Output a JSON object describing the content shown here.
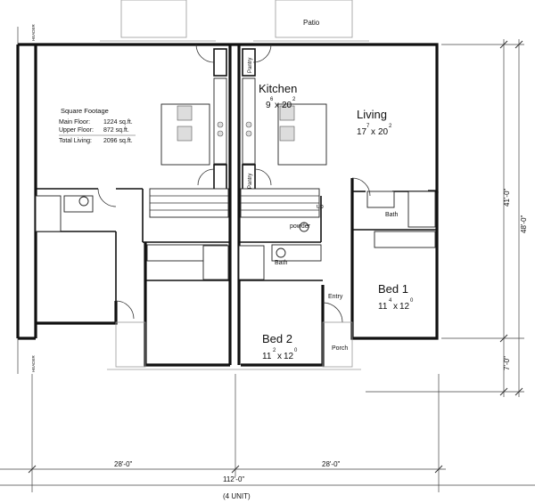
{
  "rooms": {
    "kitchen": {
      "name": "Kitchen",
      "size_main": "9",
      "size_sup1": "6",
      "size_x": "x",
      "size_main2": "20",
      "size_sup2": "2"
    },
    "living": {
      "name": "Living",
      "size_main": "17",
      "size_sup1": "7",
      "size_x": "x",
      "size_main2": "20",
      "size_sup2": "2"
    },
    "bed1": {
      "name": "Bed 1",
      "size_main": "11",
      "size_sup1": "4",
      "size_x": "x",
      "size_main2": "12",
      "size_sup2": "0"
    },
    "bed2": {
      "name": "Bed 2",
      "size_main": "11",
      "size_sup1": "2",
      "size_x": "x",
      "size_main2": "12",
      "size_sup2": "0"
    }
  },
  "labels": {
    "patio": "Patio",
    "pantry_top": "Pantry",
    "pantry_bottom": "Pantry",
    "up": "up",
    "powder": "powder",
    "bath_right": "Bath",
    "bath_center": "Bath",
    "entry": "Entry",
    "porch": "Porch"
  },
  "square_footage": {
    "heading": "Square Footage",
    "rows": [
      {
        "label": "Main Floor:",
        "value": "1224 sq.ft."
      },
      {
        "label": "Upper Floor:",
        "value": "872 sq.ft."
      },
      {
        "label": "Total Living:",
        "value": "2096 sq.ft."
      }
    ]
  },
  "dimensions": {
    "unit_left": "28'-0\"",
    "unit_right": "28'-0\"",
    "overall": "112'-0\"",
    "overall_note": "(4 UNIT)",
    "height_upper": "41'-0\"",
    "height_total": "48'-0\"",
    "height_porch": "7'-0\"",
    "marker_top": "HEADER",
    "marker_bottom": "HEADER"
  }
}
